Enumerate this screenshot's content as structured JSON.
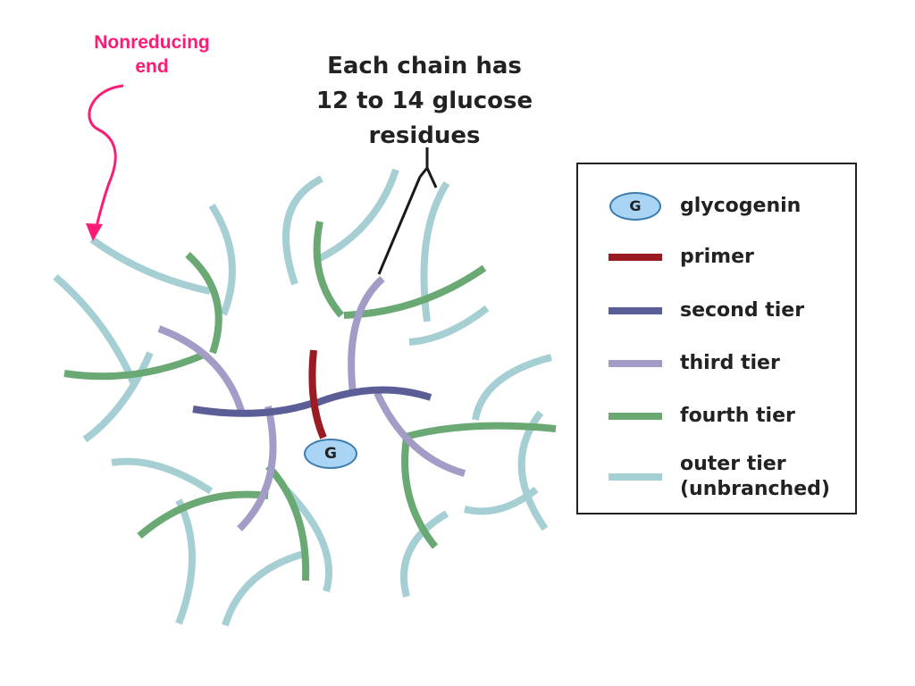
{
  "annotations": {
    "nonreducing_line1": "Nonreducing",
    "nonreducing_line2": "end",
    "chain_line1": "Each chain has",
    "chain_line2": "12 to 14 glucose",
    "chain_line3": "residues"
  },
  "glycogenin_symbol": "G",
  "legend": {
    "items": [
      {
        "label": "glycogenin",
        "kind": "symbol",
        "symbol": "G"
      },
      {
        "label": "primer",
        "kind": "line",
        "color": "#9b1b22"
      },
      {
        "label": "second tier",
        "kind": "line",
        "color": "#5a5d96"
      },
      {
        "label": "third tier",
        "kind": "line",
        "color": "#a39cc7"
      },
      {
        "label": "fourth tier",
        "kind": "line",
        "color": "#6aa874"
      },
      {
        "label": "outer tier",
        "label2": "(unbranched)",
        "kind": "line",
        "color": "#a6cfd3"
      }
    ]
  },
  "colors": {
    "annotation_pink": "#ff1a75",
    "primer": "#9b1b22",
    "second_tier": "#5a5d96",
    "third_tier": "#a39cc7",
    "fourth_tier": "#6aa874",
    "outer_tier": "#a6cfd3",
    "glycogenin_fill": "#a9d4f3"
  }
}
